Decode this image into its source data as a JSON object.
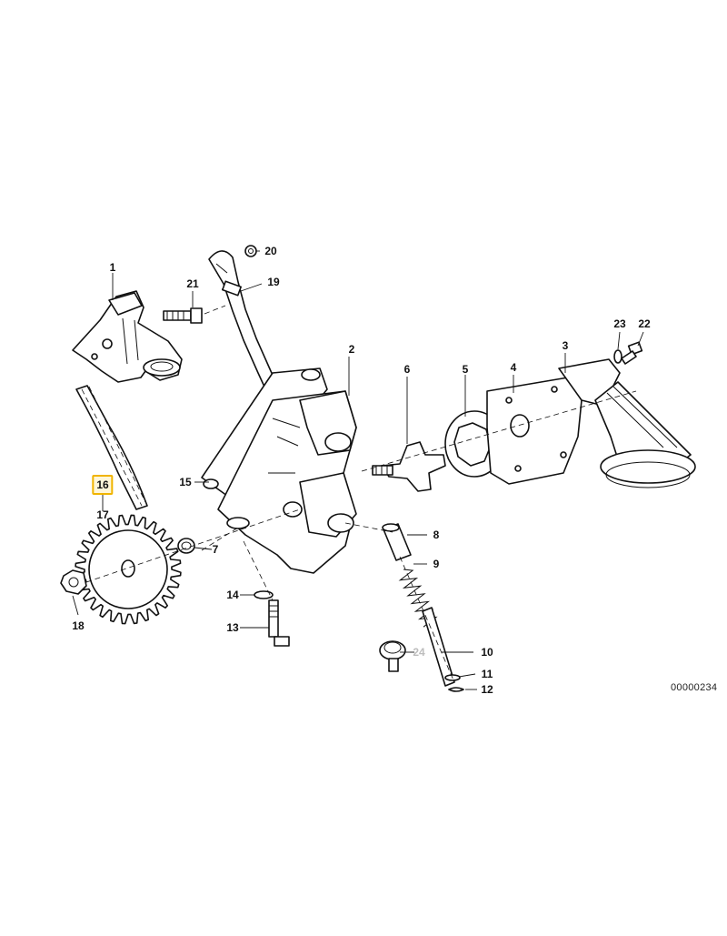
{
  "diagram": {
    "reference_code": "00000234",
    "highlight_color": "#f0b400",
    "labels": [
      {
        "id": "1",
        "text": "1",
        "highlighted": false,
        "faint": false
      },
      {
        "id": "2",
        "text": "2",
        "highlighted": false,
        "faint": false
      },
      {
        "id": "3",
        "text": "3",
        "highlighted": false,
        "faint": false
      },
      {
        "id": "4",
        "text": "4",
        "highlighted": false,
        "faint": false
      },
      {
        "id": "5",
        "text": "5",
        "highlighted": false,
        "faint": false
      },
      {
        "id": "6",
        "text": "6",
        "highlighted": false,
        "faint": false
      },
      {
        "id": "7",
        "text": "7",
        "highlighted": false,
        "faint": false
      },
      {
        "id": "8",
        "text": "8",
        "highlighted": false,
        "faint": false
      },
      {
        "id": "9",
        "text": "9",
        "highlighted": false,
        "faint": false
      },
      {
        "id": "10",
        "text": "10",
        "highlighted": false,
        "faint": false
      },
      {
        "id": "11",
        "text": "11",
        "highlighted": false,
        "faint": false
      },
      {
        "id": "12",
        "text": "12",
        "highlighted": false,
        "faint": false
      },
      {
        "id": "13",
        "text": "13",
        "highlighted": false,
        "faint": false
      },
      {
        "id": "14",
        "text": "14",
        "highlighted": false,
        "faint": false
      },
      {
        "id": "15",
        "text": "15",
        "highlighted": false,
        "faint": false
      },
      {
        "id": "16",
        "text": "16",
        "highlighted": true,
        "faint": false
      },
      {
        "id": "17",
        "text": "17",
        "highlighted": false,
        "faint": false
      },
      {
        "id": "18",
        "text": "18",
        "highlighted": false,
        "faint": false
      },
      {
        "id": "19",
        "text": "19",
        "highlighted": false,
        "faint": false
      },
      {
        "id": "20",
        "text": "20",
        "highlighted": false,
        "faint": false
      },
      {
        "id": "21",
        "text": "21",
        "highlighted": false,
        "faint": false
      },
      {
        "id": "22",
        "text": "22",
        "highlighted": false,
        "faint": false
      },
      {
        "id": "23",
        "text": "23",
        "highlighted": false,
        "faint": false
      },
      {
        "id": "24",
        "text": "24",
        "highlighted": false,
        "faint": true
      }
    ]
  }
}
